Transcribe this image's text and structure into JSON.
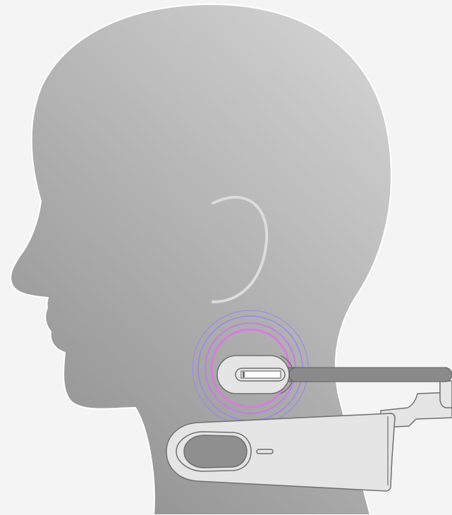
{
  "illustration": {
    "colors": {
      "background": "#f4f4f4",
      "head_light": "#d2d2d2",
      "head_dark": "#8f8f8f",
      "ear": "#dcdcdc",
      "device_fill": "#e4e5e4",
      "device_stroke": "#6f6f6f",
      "arm": "#8a8a8a",
      "waves_pink": "#d77be0",
      "waves_purple": "#9a86ee"
    },
    "icons": {
      "head": "head-silhouette",
      "ear": "ear-outline",
      "waves": "signal-waves",
      "transducer": "sensor-puck",
      "applicator": "handheld-applicator",
      "arm": "mounting-arm"
    }
  }
}
